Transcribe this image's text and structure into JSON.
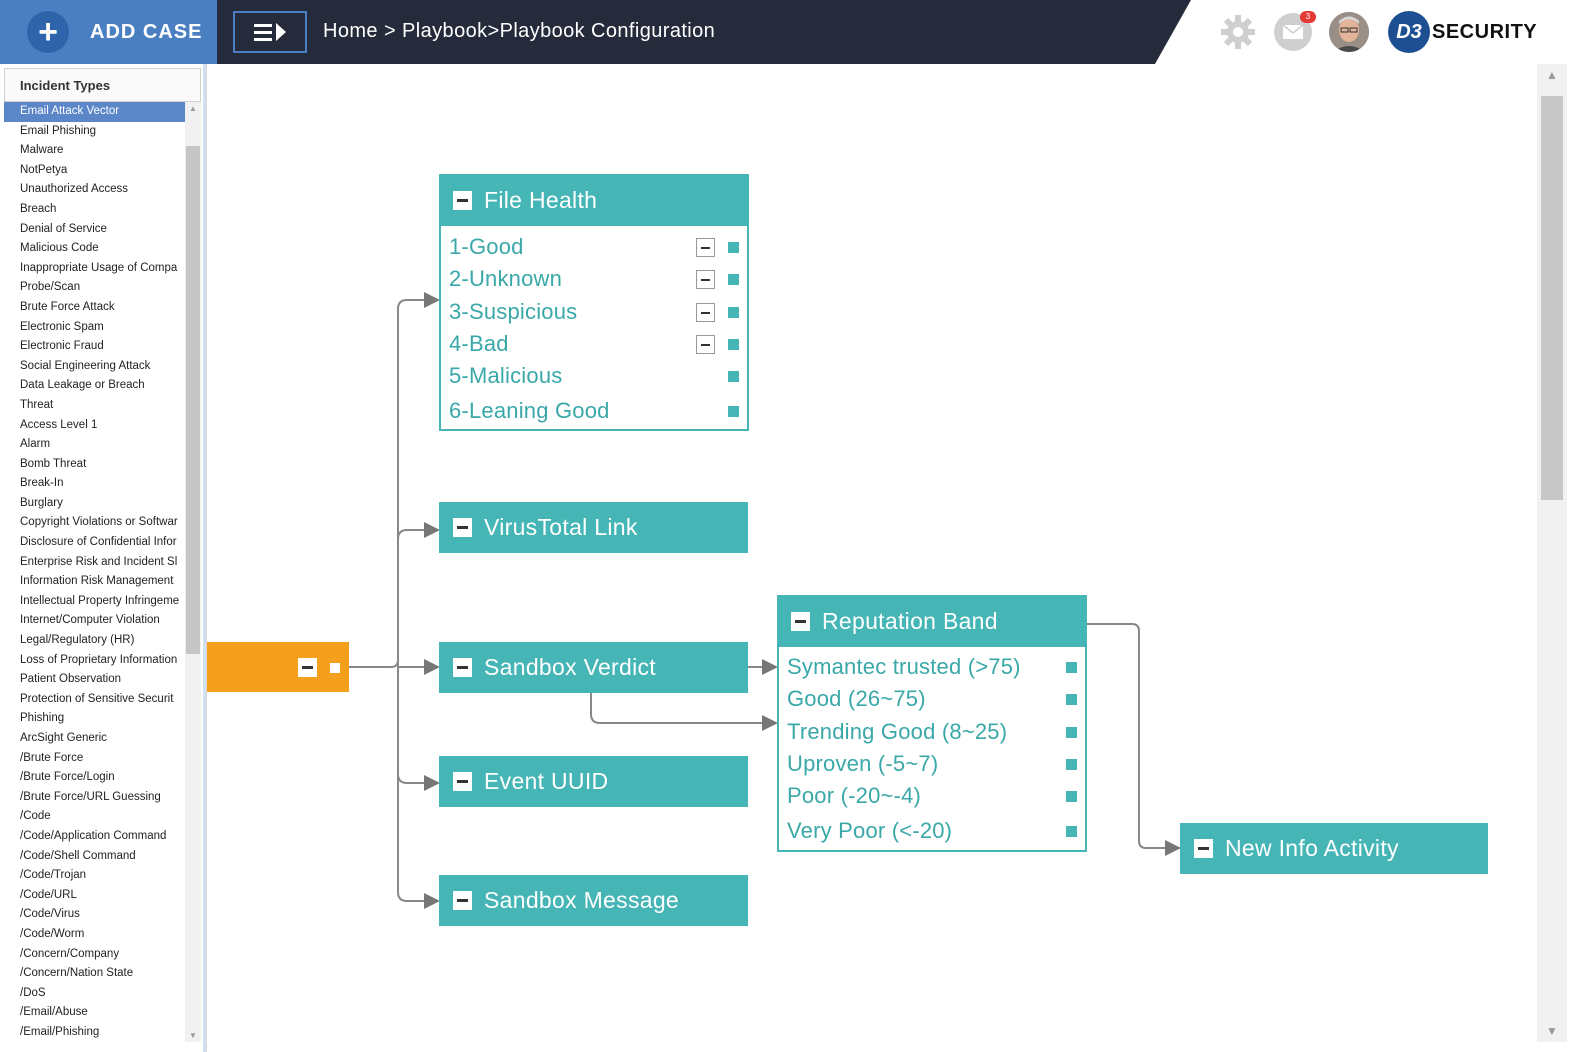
{
  "header": {
    "add_case_label": "ADD CASE",
    "breadcrumb": [
      "Home",
      ">",
      "Playbook>Playbook Configuration"
    ],
    "notification_count": "3",
    "brand": {
      "badge": "D3",
      "name": "SECURITY"
    },
    "colors": {
      "topbar": "#262b3b",
      "add_case": "#4a7fc1",
      "accent": "#45b5b5",
      "root_node": "#f4a01c"
    }
  },
  "sidebar": {
    "title": "Incident Types",
    "selected_index": 0,
    "items": [
      "Email Attack Vector",
      "Email Phishing",
      "Malware",
      "NotPetya",
      "Unauthorized Access",
      "Breach",
      "Denial of Service",
      "Malicious Code",
      "Inappropriate Usage of Compa",
      "Probe/Scan",
      "Brute Force Attack",
      "Electronic Spam",
      "Electronic Fraud",
      "Social Engineering Attack",
      "Data Leakage or Breach",
      "Threat",
      "Access Level 1",
      "Alarm",
      "Bomb Threat",
      "Break-In",
      "Burglary",
      "Copyright Violations or Softwar",
      "Disclosure of Confidential Infor",
      "Enterprise Risk and Incident Sl",
      "Information Risk Management",
      "Intellectual Property Infringeme",
      "Internet/Computer Violation",
      "Legal/Regulatory (HR)",
      "Loss of Proprietary Information",
      "Patient Observation",
      "Protection of Sensitive Securit",
      "Phishing",
      "ArcSight Generic",
      "/Brute Force",
      "/Brute Force/Login",
      "/Brute Force/URL Guessing",
      "/Code",
      "/Code/Application Command",
      "/Code/Shell Command",
      "/Code/Trojan",
      "/Code/URL",
      "/Code/Virus",
      "/Code/Worm",
      "/Concern/Company",
      "/Concern/Nation State",
      "/DoS",
      "/Email/Abuse",
      "/Email/Phishing"
    ]
  },
  "flow": {
    "file_health": {
      "title": "File Health",
      "rows": [
        "1-Good",
        "2-Unknown",
        "3-Suspicious",
        "4-Bad",
        "5-Malicious",
        "6-Leaning Good"
      ]
    },
    "virustotal_link": {
      "title": "VirusTotal Link"
    },
    "sandbox_verdict": {
      "title": "Sandbox Verdict"
    },
    "event_uuid": {
      "title": "Event UUID"
    },
    "sandbox_message": {
      "title": "Sandbox Message"
    },
    "reputation_band": {
      "title": "Reputation Band",
      "rows": [
        "Symantec trusted (>75)",
        "Good (26~75)",
        "Trending Good (8~25)",
        "Uproven (-5~7)",
        "Poor (-20~-4)",
        "Very Poor (<-20)"
      ]
    },
    "new_info_activity": {
      "title": "New Info Activity"
    }
  }
}
